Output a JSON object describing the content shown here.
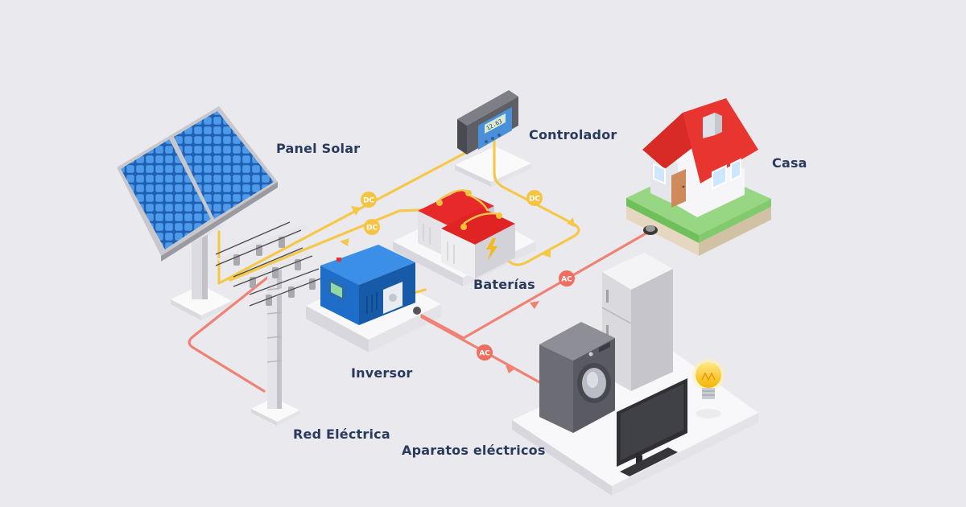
{
  "labels": {
    "solar_panel": "Panel Solar",
    "controller": "Controlador",
    "house": "Casa",
    "batteries": "Baterías",
    "inverter": "Inversor",
    "grid": "Red Eléctrica",
    "appliances": "Aparatos eléctricos"
  },
  "badges": {
    "dc": "DC",
    "ac": "AC"
  },
  "controller_display": "12.63",
  "colors": {
    "background": "#eaeaee",
    "label_text": "#2a3a5c",
    "dc_line": "#f5c84a",
    "ac_line": "#ef8274",
    "dc_badge": "#f6c443",
    "ac_badge": "#ee6e60",
    "panel_blue": "#2f7fd6",
    "inverter_blue": "#1e6ec9",
    "battery_red": "#e8292a",
    "roof_red": "#e8352f",
    "grass_green": "#8ed27a"
  },
  "icons": [
    "solar-panel-icon",
    "charge-controller-icon",
    "battery-icon",
    "inverter-icon",
    "utility-pole-icon",
    "house-icon",
    "refrigerator-icon",
    "washing-machine-icon",
    "television-icon",
    "light-bulb-icon"
  ]
}
